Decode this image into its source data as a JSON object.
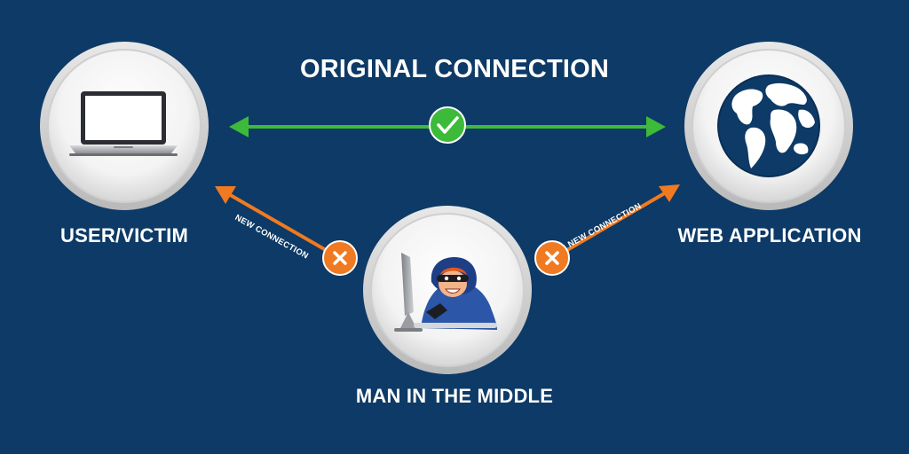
{
  "title": "ORIGINAL CONNECTION",
  "nodes": {
    "user": "USER/VICTIM",
    "web": "WEB APPLICATION",
    "mitm": "MAN IN THE MIDDLE"
  },
  "connections": {
    "left_label": "NEW CONNECTION",
    "right_label": "NEW CONNECTION"
  },
  "colors": {
    "background": "#0d3a66",
    "original_connection": "#3dba3a",
    "new_connection": "#f07a21",
    "text": "#ffffff"
  },
  "icons": {
    "user": "laptop-icon",
    "web": "globe-icon",
    "mitm": "hacker-icon",
    "original_status": "check-icon",
    "new_status": "x-icon"
  }
}
